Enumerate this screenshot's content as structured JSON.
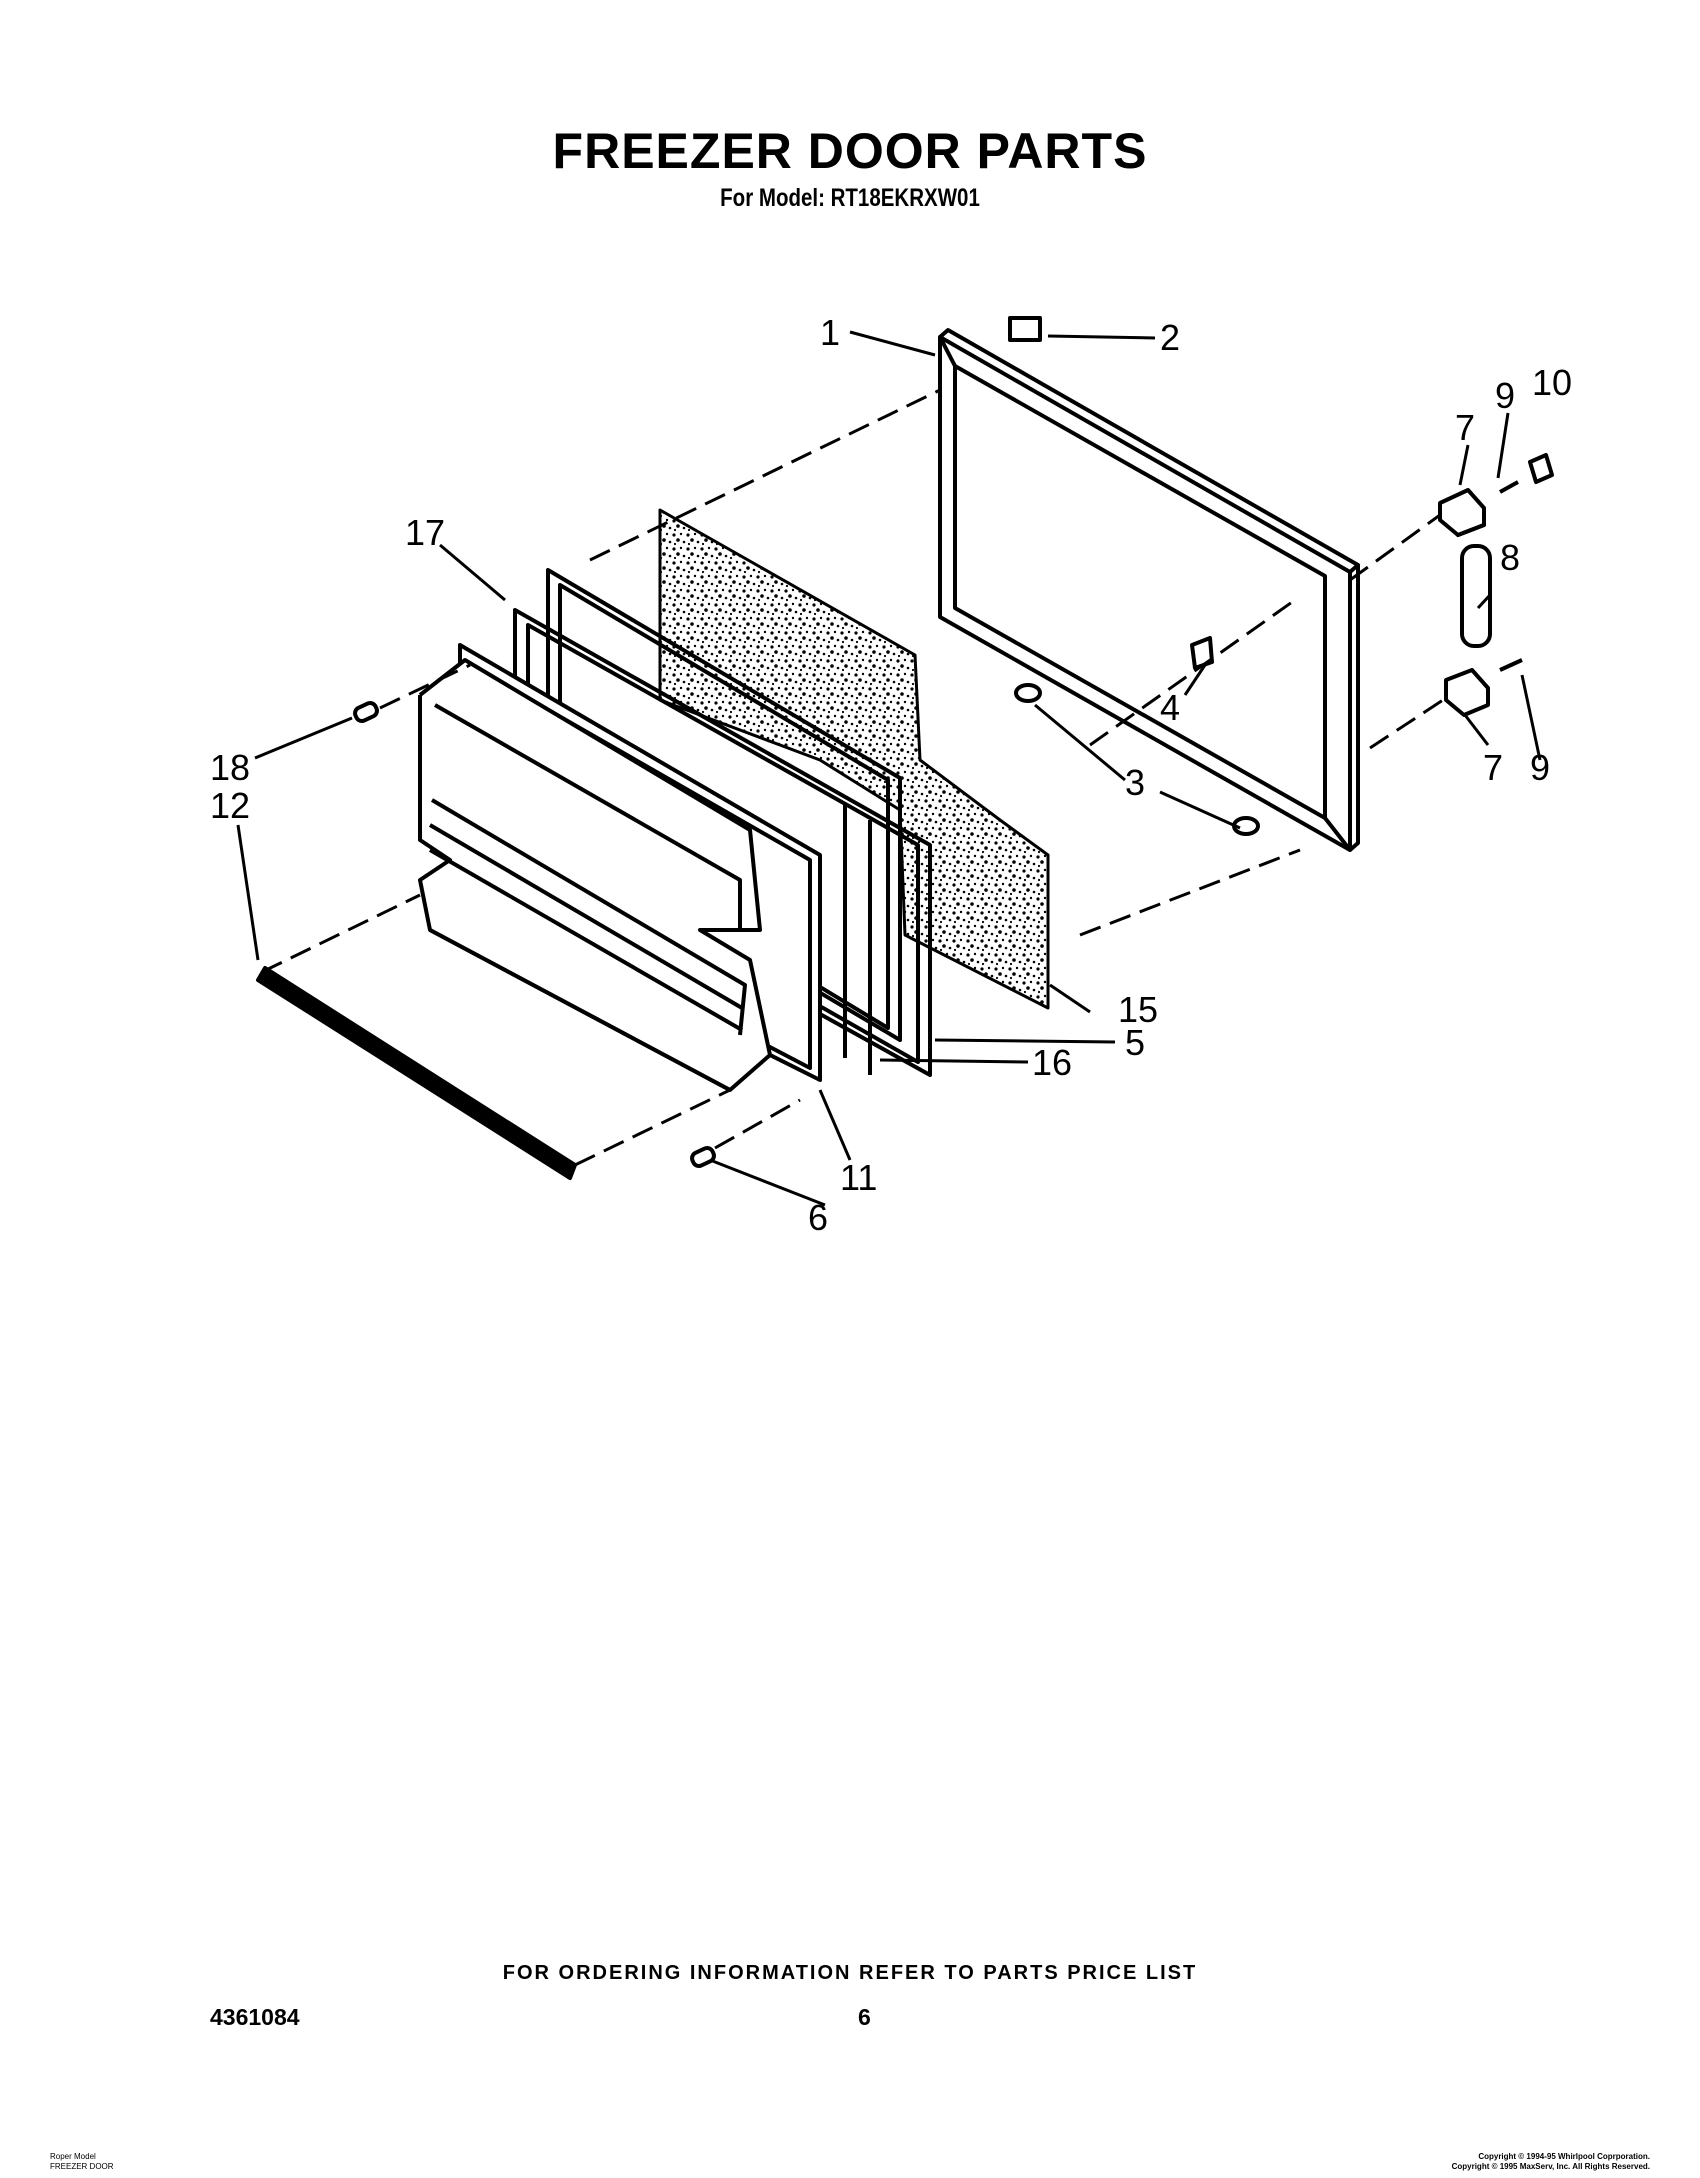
{
  "header": {
    "title": "FREEZER DOOR PARTS",
    "subtitle": "For Model: RT18EKRXW01"
  },
  "callouts": {
    "c1": "1",
    "c2": "2",
    "c3": "3",
    "c4": "4",
    "c5": "5",
    "c6": "6",
    "c7a": "7",
    "c7b": "7",
    "c8": "8",
    "c9a": "9",
    "c9b": "9",
    "c10": "10",
    "c11": "11",
    "c12": "12",
    "c15": "15",
    "c16": "16",
    "c17": "17",
    "c18": "18"
  },
  "footer": {
    "order_note": "FOR ORDERING INFORMATION REFER TO PARTS PRICE LIST",
    "doc_number": "4361084",
    "page_number": "6",
    "left_line1": "Roper Model",
    "left_line2": "FREEZER DOOR",
    "right_line1": "Copyright © 1994-95 Whirlpool Coprporation.",
    "right_line2": "Copyright © 1995 MaxServ, Inc.  All Rights Reserved."
  }
}
